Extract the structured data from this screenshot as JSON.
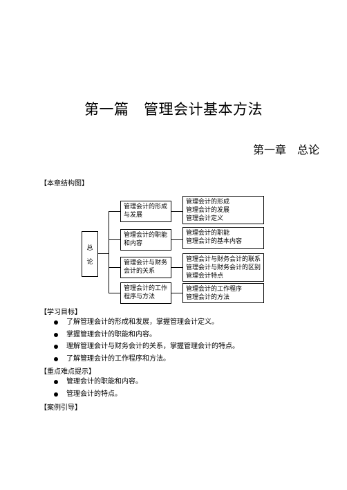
{
  "part_title": "第一篇　管理会计基本方法",
  "chapter_title": "第一章　总论",
  "structure_label": "【本章结构图】",
  "diagram": {
    "root": [
      "总",
      "论"
    ],
    "branches": [
      {
        "label": [
          "管理会计的形成",
          "与发展"
        ],
        "details": [
          "管理会计的形成",
          "管理会计的发展",
          "管理会计定义"
        ]
      },
      {
        "label": [
          "管理会计的职能",
          "和内容"
        ],
        "details": [
          "管理会计的职能",
          "管理会计的基本内容"
        ]
      },
      {
        "label": [
          "管理会计与财务",
          "会计的关系"
        ],
        "details": [
          "管理会计与财务会计的联系",
          "管理会计与财务会计的区别",
          "管理会计特点"
        ]
      },
      {
        "label": [
          "管理会计的工作",
          "程序与方法"
        ],
        "details": [
          "管理会计的工作程序",
          "管理会计的方法"
        ]
      }
    ]
  },
  "objectives_label": "【学习目标】",
  "objectives": [
    "了解管理会计的形成和发展，掌握管理会计定义。",
    "掌握管理会计的职能和内容。",
    "理解管理会计与财务会计的关系，掌握管理会计的特点。",
    "了解管理会计的工作程序和方法。"
  ],
  "keypoints_label": "【重点难点提示】",
  "keypoints": [
    "管理会计的职能和内容。",
    "管理会计的特点。"
  ],
  "case_label": "【案例引导】"
}
